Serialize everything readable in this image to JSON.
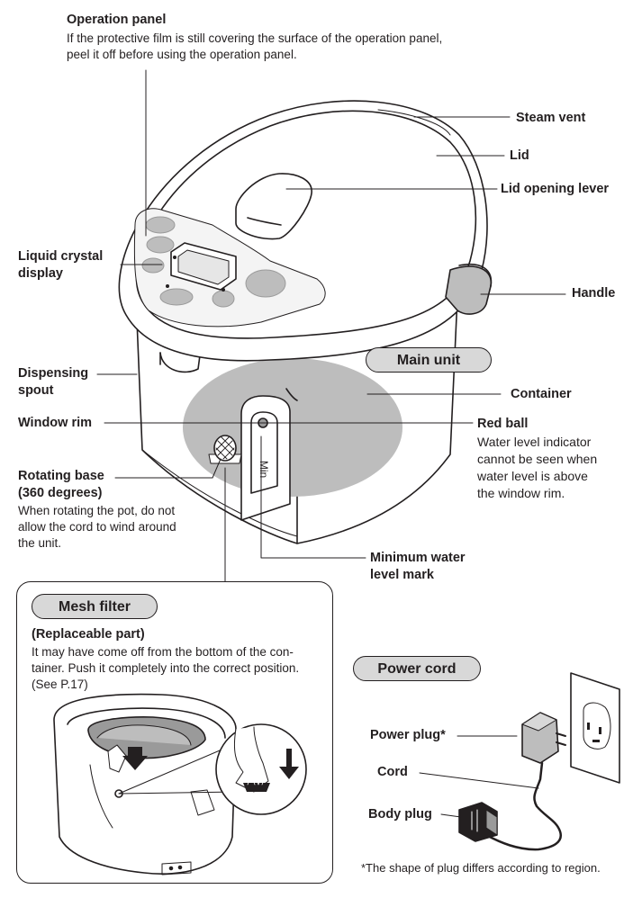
{
  "labels": {
    "operation_panel": {
      "title": "Operation panel",
      "lines": [
        "If the protective film is still covering the surface of the operation panel,",
        "peel it off before using the operation panel."
      ]
    },
    "steam_vent": "Steam vent",
    "lid": "Lid",
    "lid_opening_lever": "Lid opening lever",
    "liquid_crystal_display": [
      "Liquid crystal",
      "display"
    ],
    "handle": "Handle",
    "main_unit": "Main unit",
    "dispensing_spout": [
      "Dispensing",
      "spout"
    ],
    "container": "Container",
    "window_rim": "Window rim",
    "red_ball": {
      "title": "Red ball",
      "lines": [
        "Water level indicator",
        "cannot be seen when",
        "water level is above",
        "the window rim."
      ]
    },
    "rotating_base": {
      "title": [
        "Rotating base",
        "(360 degrees)"
      ],
      "lines": [
        "When rotating the pot, do not",
        "allow the cord to wind around",
        "the unit."
      ]
    },
    "minimum_water_level_mark": [
      "Minimum water",
      "level mark"
    ],
    "min_marking": "Min",
    "mesh_filter": {
      "title": "Mesh filter",
      "subtitle": "(Replaceable part)",
      "lines": [
        "It may have come off from the bottom of the con-",
        "tainer. Push it completely into the correct position.",
        "(See P.17)"
      ]
    },
    "power_cord": "Power cord",
    "power_plug": "Power plug*",
    "cord": "Cord",
    "body_plug": "Body plug",
    "footnote": "*The shape of plug differs according to region."
  },
  "colors": {
    "line": "#231f20",
    "gray_fill": "#bdbdbd",
    "light_gray": "#d8d8d8",
    "white": "#ffffff"
  }
}
